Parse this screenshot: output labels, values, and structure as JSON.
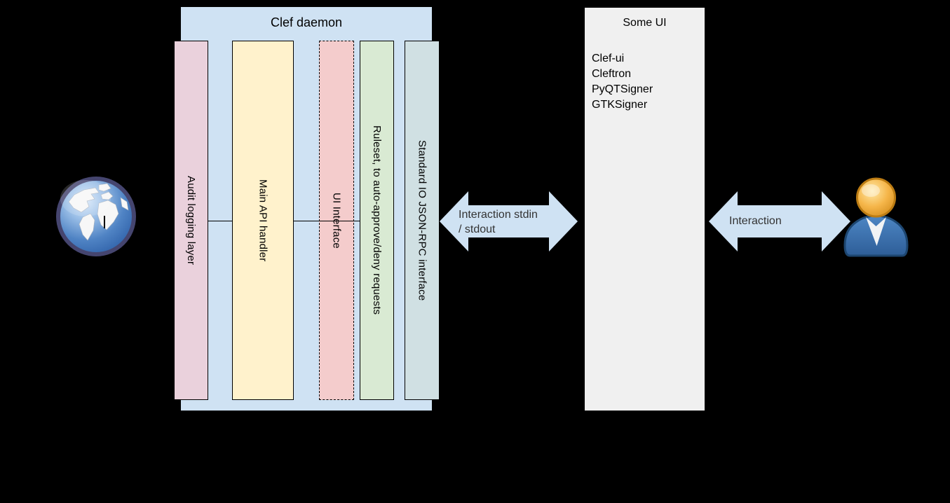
{
  "daemon": {
    "title": "Clef daemon",
    "container_color": "#cfe2f3",
    "bars": [
      {
        "label": "Audit logging layer",
        "color": "#ead1dc",
        "border": "solid"
      },
      {
        "label": "Main API handler",
        "color": "#fff2cc",
        "border": "solid"
      },
      {
        "label": "UI Interface",
        "color": "#f4cccc",
        "border": "dashed"
      },
      {
        "label": "Ruleset, to auto-approve/deny requests",
        "color": "#d9ead3",
        "border": "solid"
      },
      {
        "label": "Standard IO JSON-RPC interface",
        "color": "#d0e0e3",
        "border": "solid"
      }
    ]
  },
  "arrows": {
    "daemon_ui": {
      "line1": "Interaction stdin",
      "line2": "/ stdout",
      "color": "#cfe2f3"
    },
    "ui_user": {
      "label": "Interaction",
      "color": "#cfe2f3"
    }
  },
  "some_ui": {
    "title": "Some UI",
    "color": "#f0f0f0",
    "items": [
      "Clef-ui",
      "Cleftron",
      "PyQTSigner",
      "GTKSigner"
    ]
  },
  "icons": {
    "left_endpoint": "globe-icon",
    "right_endpoint": "user-icon"
  },
  "canvas": {
    "background": "#000000"
  }
}
